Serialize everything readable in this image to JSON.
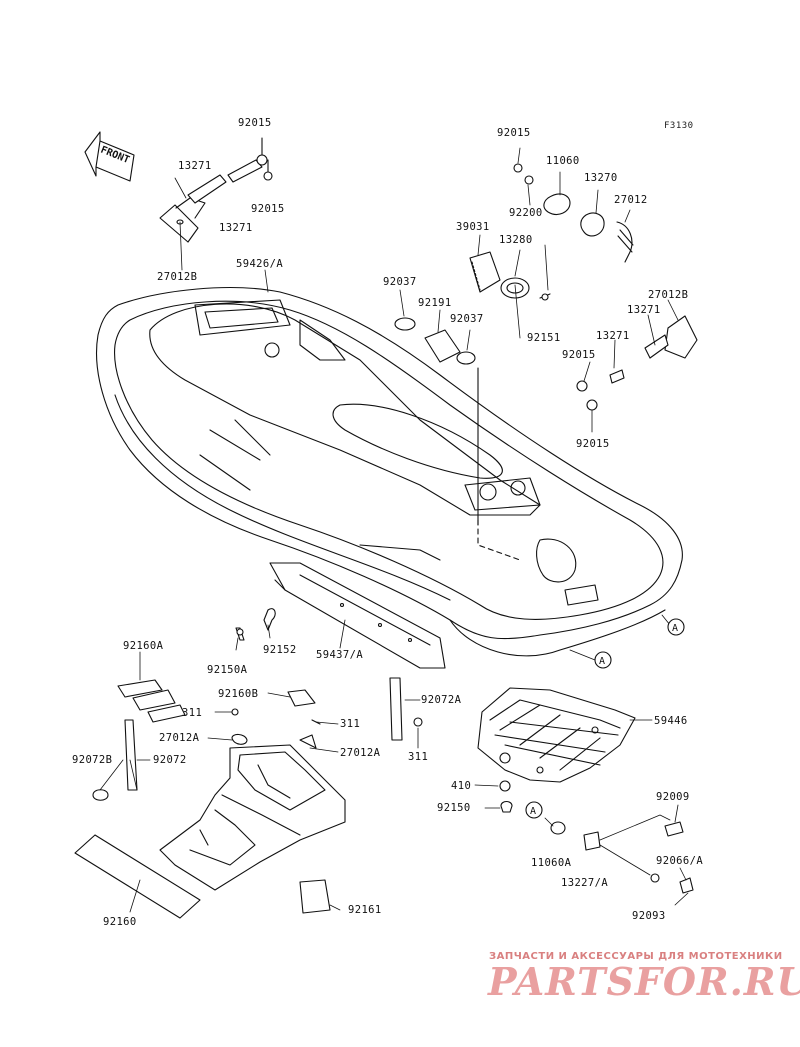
{
  "figure_code": "F3130",
  "front_label": "FRONT",
  "watermark": {
    "tagline": "ЗАПЧАСТИ И АКСЕССУАРЫ ДЛЯ МОТОТЕХНИКИ",
    "logo": "PARTSFOR.RU"
  },
  "labels": [
    {
      "id": "l01",
      "text": "92015"
    },
    {
      "id": "l02",
      "text": "13271"
    },
    {
      "id": "l03",
      "text": "92015"
    },
    {
      "id": "l04",
      "text": "13271"
    },
    {
      "id": "l05",
      "text": "27012B"
    },
    {
      "id": "l06",
      "text": "59426/A"
    },
    {
      "id": "l07",
      "text": "92015"
    },
    {
      "id": "l08",
      "text": "11060"
    },
    {
      "id": "l09",
      "text": "13270"
    },
    {
      "id": "l10",
      "text": "92200"
    },
    {
      "id": "l11",
      "text": "27012"
    },
    {
      "id": "l12",
      "text": "39031"
    },
    {
      "id": "l13",
      "text": "13280"
    },
    {
      "id": "l14",
      "text": "92037"
    },
    {
      "id": "l15",
      "text": "92191"
    },
    {
      "id": "l16",
      "text": "92037"
    },
    {
      "id": "l17",
      "text": "27012B"
    },
    {
      "id": "l18",
      "text": "13271"
    },
    {
      "id": "l19",
      "text": "92151"
    },
    {
      "id": "l20",
      "text": "13271"
    },
    {
      "id": "l21",
      "text": "92015"
    },
    {
      "id": "l22",
      "text": "92015"
    },
    {
      "id": "l23",
      "text": "92152"
    },
    {
      "id": "l24",
      "text": "92150A"
    },
    {
      "id": "l25",
      "text": "59437/A"
    },
    {
      "id": "l26",
      "text": "92160A"
    },
    {
      "id": "l27",
      "text": "92160B"
    },
    {
      "id": "l28",
      "text": "311"
    },
    {
      "id": "l29",
      "text": "311"
    },
    {
      "id": "l30",
      "text": "27012A"
    },
    {
      "id": "l31",
      "text": "27012A"
    },
    {
      "id": "l32",
      "text": "92072A"
    },
    {
      "id": "l33",
      "text": "311"
    },
    {
      "id": "l34",
      "text": "59446"
    },
    {
      "id": "l35",
      "text": "92072B"
    },
    {
      "id": "l36",
      "text": "92072"
    },
    {
      "id": "l37",
      "text": "410"
    },
    {
      "id": "l38",
      "text": "92150"
    },
    {
      "id": "l39",
      "text": "92009"
    },
    {
      "id": "l40",
      "text": "11060A"
    },
    {
      "id": "l41",
      "text": "13227/A"
    },
    {
      "id": "l42",
      "text": "92066/A"
    },
    {
      "id": "l43",
      "text": "92093"
    },
    {
      "id": "l44",
      "text": "92160"
    },
    {
      "id": "l45",
      "text": "92161"
    }
  ],
  "callouts": [
    {
      "id": "c1",
      "text": "A"
    },
    {
      "id": "c2",
      "text": "A"
    },
    {
      "id": "c3",
      "text": "A"
    }
  ]
}
